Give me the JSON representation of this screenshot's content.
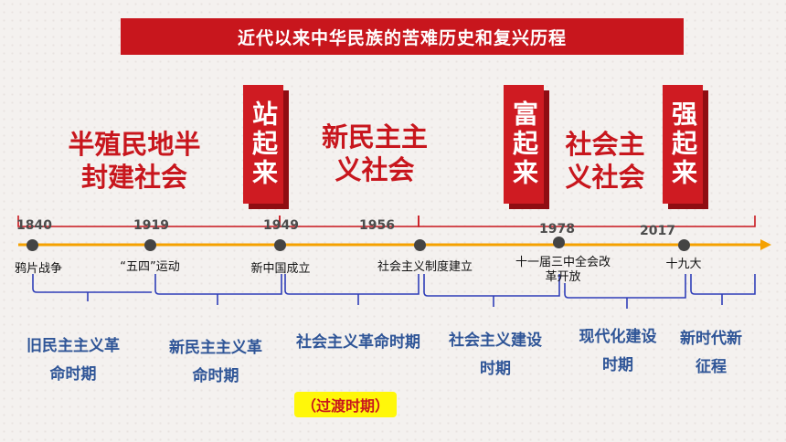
{
  "title": "近代以来中华民族的苦难历史和复兴历程",
  "eras": {
    "semi_colonial": "半殖民地半封建社会",
    "new_democratic": "新民主主义社会",
    "socialist": "社会主义社会"
  },
  "milestones": {
    "stand_up": "站起来",
    "get_rich": "富起来",
    "get_strong": "强起来"
  },
  "years": {
    "y1840": "1840",
    "y1919": "1919",
    "y1949": "1949",
    "y1956": "1956",
    "y1978": "1978",
    "y2017": "2017"
  },
  "events": {
    "e1840": "鸦片战争",
    "e1919": "“五四”运动",
    "e1949": "新中国成立",
    "e1956": "社会主义制度建立",
    "e1978": "十一届三中全会改革开放",
    "e2017": "十九大"
  },
  "periods": {
    "old_democratic": "旧民主主义革命时期",
    "new_democratic": "新民主主义革命时期",
    "socialist_revolution": "社会主义革命时期",
    "transition": "（过渡时期）",
    "socialist_construction": "社会主义建设时期",
    "modernization": "现代化建设时期",
    "new_era": "新时代新征程"
  },
  "colors": {
    "accent_red": "#c8161d",
    "timeline_line": "#f5a100",
    "bracket_blue": "#2f3eb8",
    "period_blue": "#2f5597",
    "highlight_yellow": "#fff70a"
  }
}
